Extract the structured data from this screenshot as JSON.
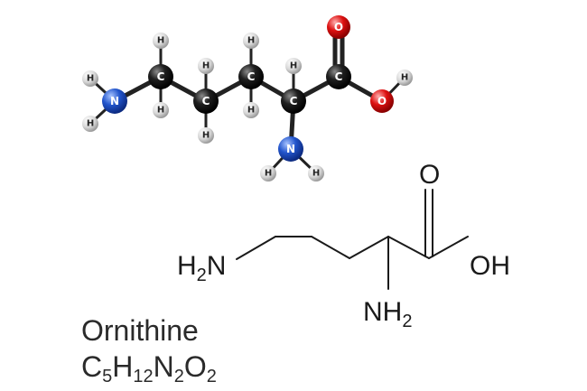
{
  "molecule": {
    "name": "Ornithine",
    "formula": [
      {
        "t": "C"
      },
      {
        "s": "5"
      },
      {
        "t": "H"
      },
      {
        "s": "12"
      },
      {
        "t": "N"
      },
      {
        "s": "2"
      },
      {
        "t": "O"
      },
      {
        "s": "2"
      }
    ]
  },
  "ball_model": {
    "labels": {
      "carbon": "C",
      "nitrogen": "N",
      "oxygen": "O",
      "hydrogen": "H"
    },
    "colors": {
      "carbon": "#1a1a1a",
      "nitrogen": "#2255cc",
      "oxygen": "#dd1111",
      "hydrogen": "#d8d8d8",
      "bond": "#222222"
    }
  },
  "skeletal": {
    "left_amine": {
      "main": "H",
      "sub": "2",
      "tail": "N"
    },
    "alpha_amine": {
      "main": "NH",
      "sub": "2"
    },
    "carbonyl_o": "O",
    "hydroxyl": "OH"
  }
}
